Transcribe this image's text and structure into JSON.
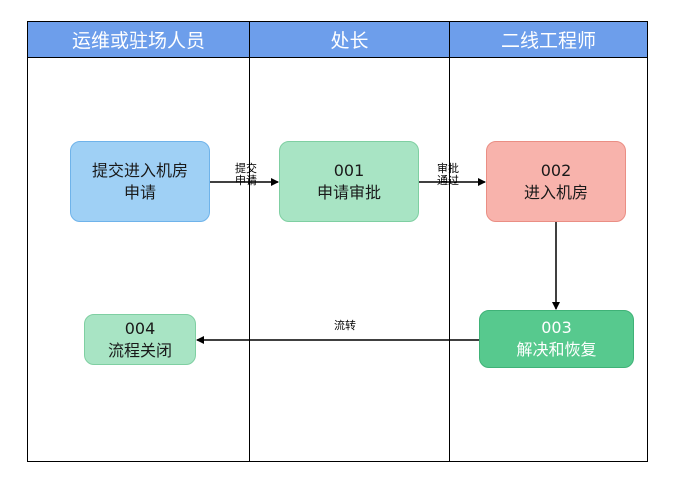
{
  "lanes": [
    {
      "title": "运维或驻场人员"
    },
    {
      "title": "处长"
    },
    {
      "title": "二线工程师"
    }
  ],
  "nodes": {
    "submit": {
      "line1": "提交进入机房",
      "line2": "申请",
      "fill": "#9fd0f5",
      "border": "#6fb3ea"
    },
    "n001": {
      "line1": "001",
      "line2": "申请审批",
      "fill": "#a8e4c4",
      "border": "#7fcfa2"
    },
    "n002": {
      "line1": "002",
      "line2": "进入机房",
      "fill": "#f8b3ac",
      "border": "#ea8e84"
    },
    "n003": {
      "line1": "003",
      "line2": "解决和恢复",
      "fill": "#57c98e",
      "border": "#3fb277",
      "text_color": "#ffffff"
    },
    "n004": {
      "line1": "004",
      "line2": "流程关闭",
      "fill": "#a8e4c4",
      "border": "#7fcfa2"
    }
  },
  "edges": {
    "submit_to_001": {
      "line1": "提交",
      "line2": "申请"
    },
    "n001_to_002": {
      "line1": "审批",
      "line2": "通过"
    },
    "n003_to_004": {
      "label": "流转"
    }
  },
  "colors": {
    "header": "#6d9eeb"
  }
}
